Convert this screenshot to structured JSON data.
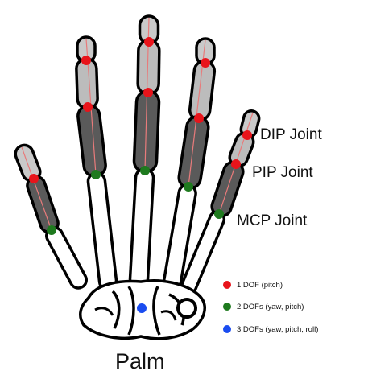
{
  "labels": {
    "dip": "DIP Joint",
    "pip": "PIP Joint",
    "mcp": "MCP Joint",
    "palm": "Palm"
  },
  "legend": [
    {
      "text": "1 DOF (pitch)",
      "color": "#e8141b"
    },
    {
      "text": "2 DOFs (yaw, pitch)",
      "color": "#1e7a1e"
    },
    {
      "text": "3 DOFs (yaw, pitch, roll)",
      "color": "#1a4cf0"
    }
  ],
  "colors": {
    "distal": "#c9c9c9",
    "middle": "#bcbcbc",
    "proximal": "#5a5a5a",
    "bone_outline": "#000000",
    "bone_fill": "#ffffff",
    "center_line": "#e87b7b"
  }
}
